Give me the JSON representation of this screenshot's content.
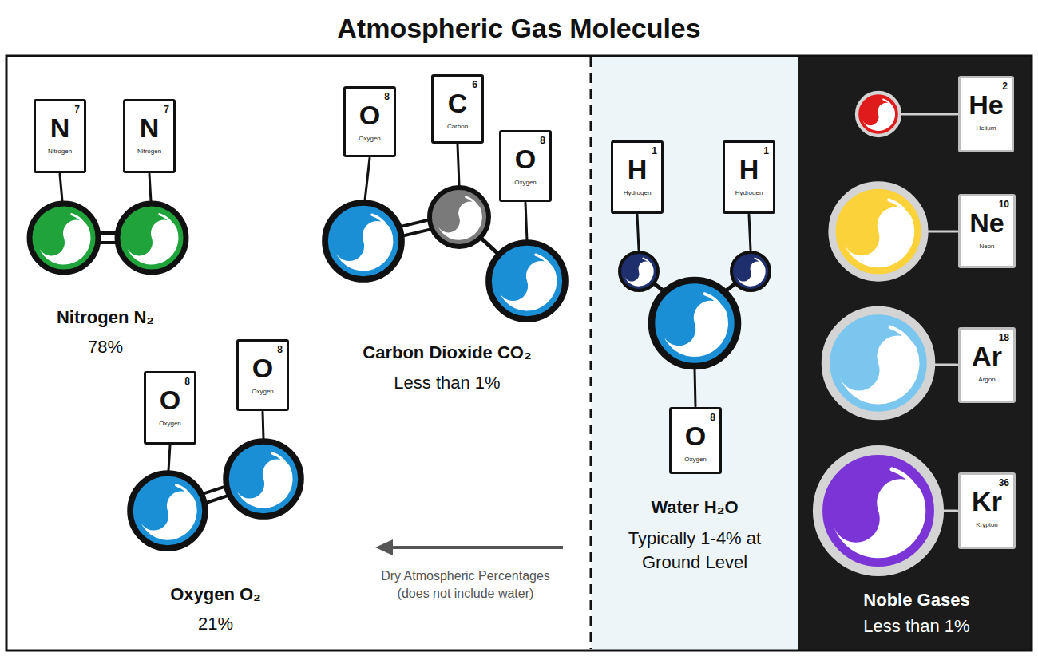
{
  "diagram": {
    "title": "Atmospheric Gas Molecules",
    "nodes": [
      {
        "text": [
          "7",
          "N",
          "Nitrogen"
        ]
      },
      {
        "text": [
          "7",
          "N",
          "Nitrogen"
        ]
      },
      {
        "text": [
          "8",
          "O",
          "Oxygen"
        ]
      },
      {
        "text": [
          "8",
          "O",
          "Oxygen"
        ]
      },
      {
        "text": [
          "8",
          "O",
          "Oxygen"
        ]
      },
      {
        "text": [
          "6",
          "C",
          "Carbon"
        ]
      },
      {
        "text": [
          "8",
          "O",
          "Oxygen"
        ]
      },
      {
        "text": [
          "1",
          "H",
          "Hydrogen"
        ]
      },
      {
        "text": [
          "1",
          "H",
          "Hydrogen"
        ]
      },
      {
        "text": [
          "8",
          "O",
          "Oxygen"
        ]
      },
      {
        "text": [
          "2",
          "He",
          "Helium"
        ]
      },
      {
        "text": [
          "10",
          "Ne",
          "Neon"
        ]
      },
      {
        "text": [
          "18",
          "Ar",
          "Argon"
        ]
      },
      {
        "text": [
          "36",
          "Kr",
          "Krypton"
        ]
      }
    ],
    "labels": [
      "Nitrogen N₂",
      "78%",
      "Carbon Dioxide CO₂",
      "Less than 1%",
      "Oxygen O₂",
      "21%",
      "Dry Atmospheric Percentages (does not include water)",
      "Water H₂O",
      "Typically 1-4% at Ground Level",
      "Noble Gases",
      "Less than 1%"
    ]
  }
}
